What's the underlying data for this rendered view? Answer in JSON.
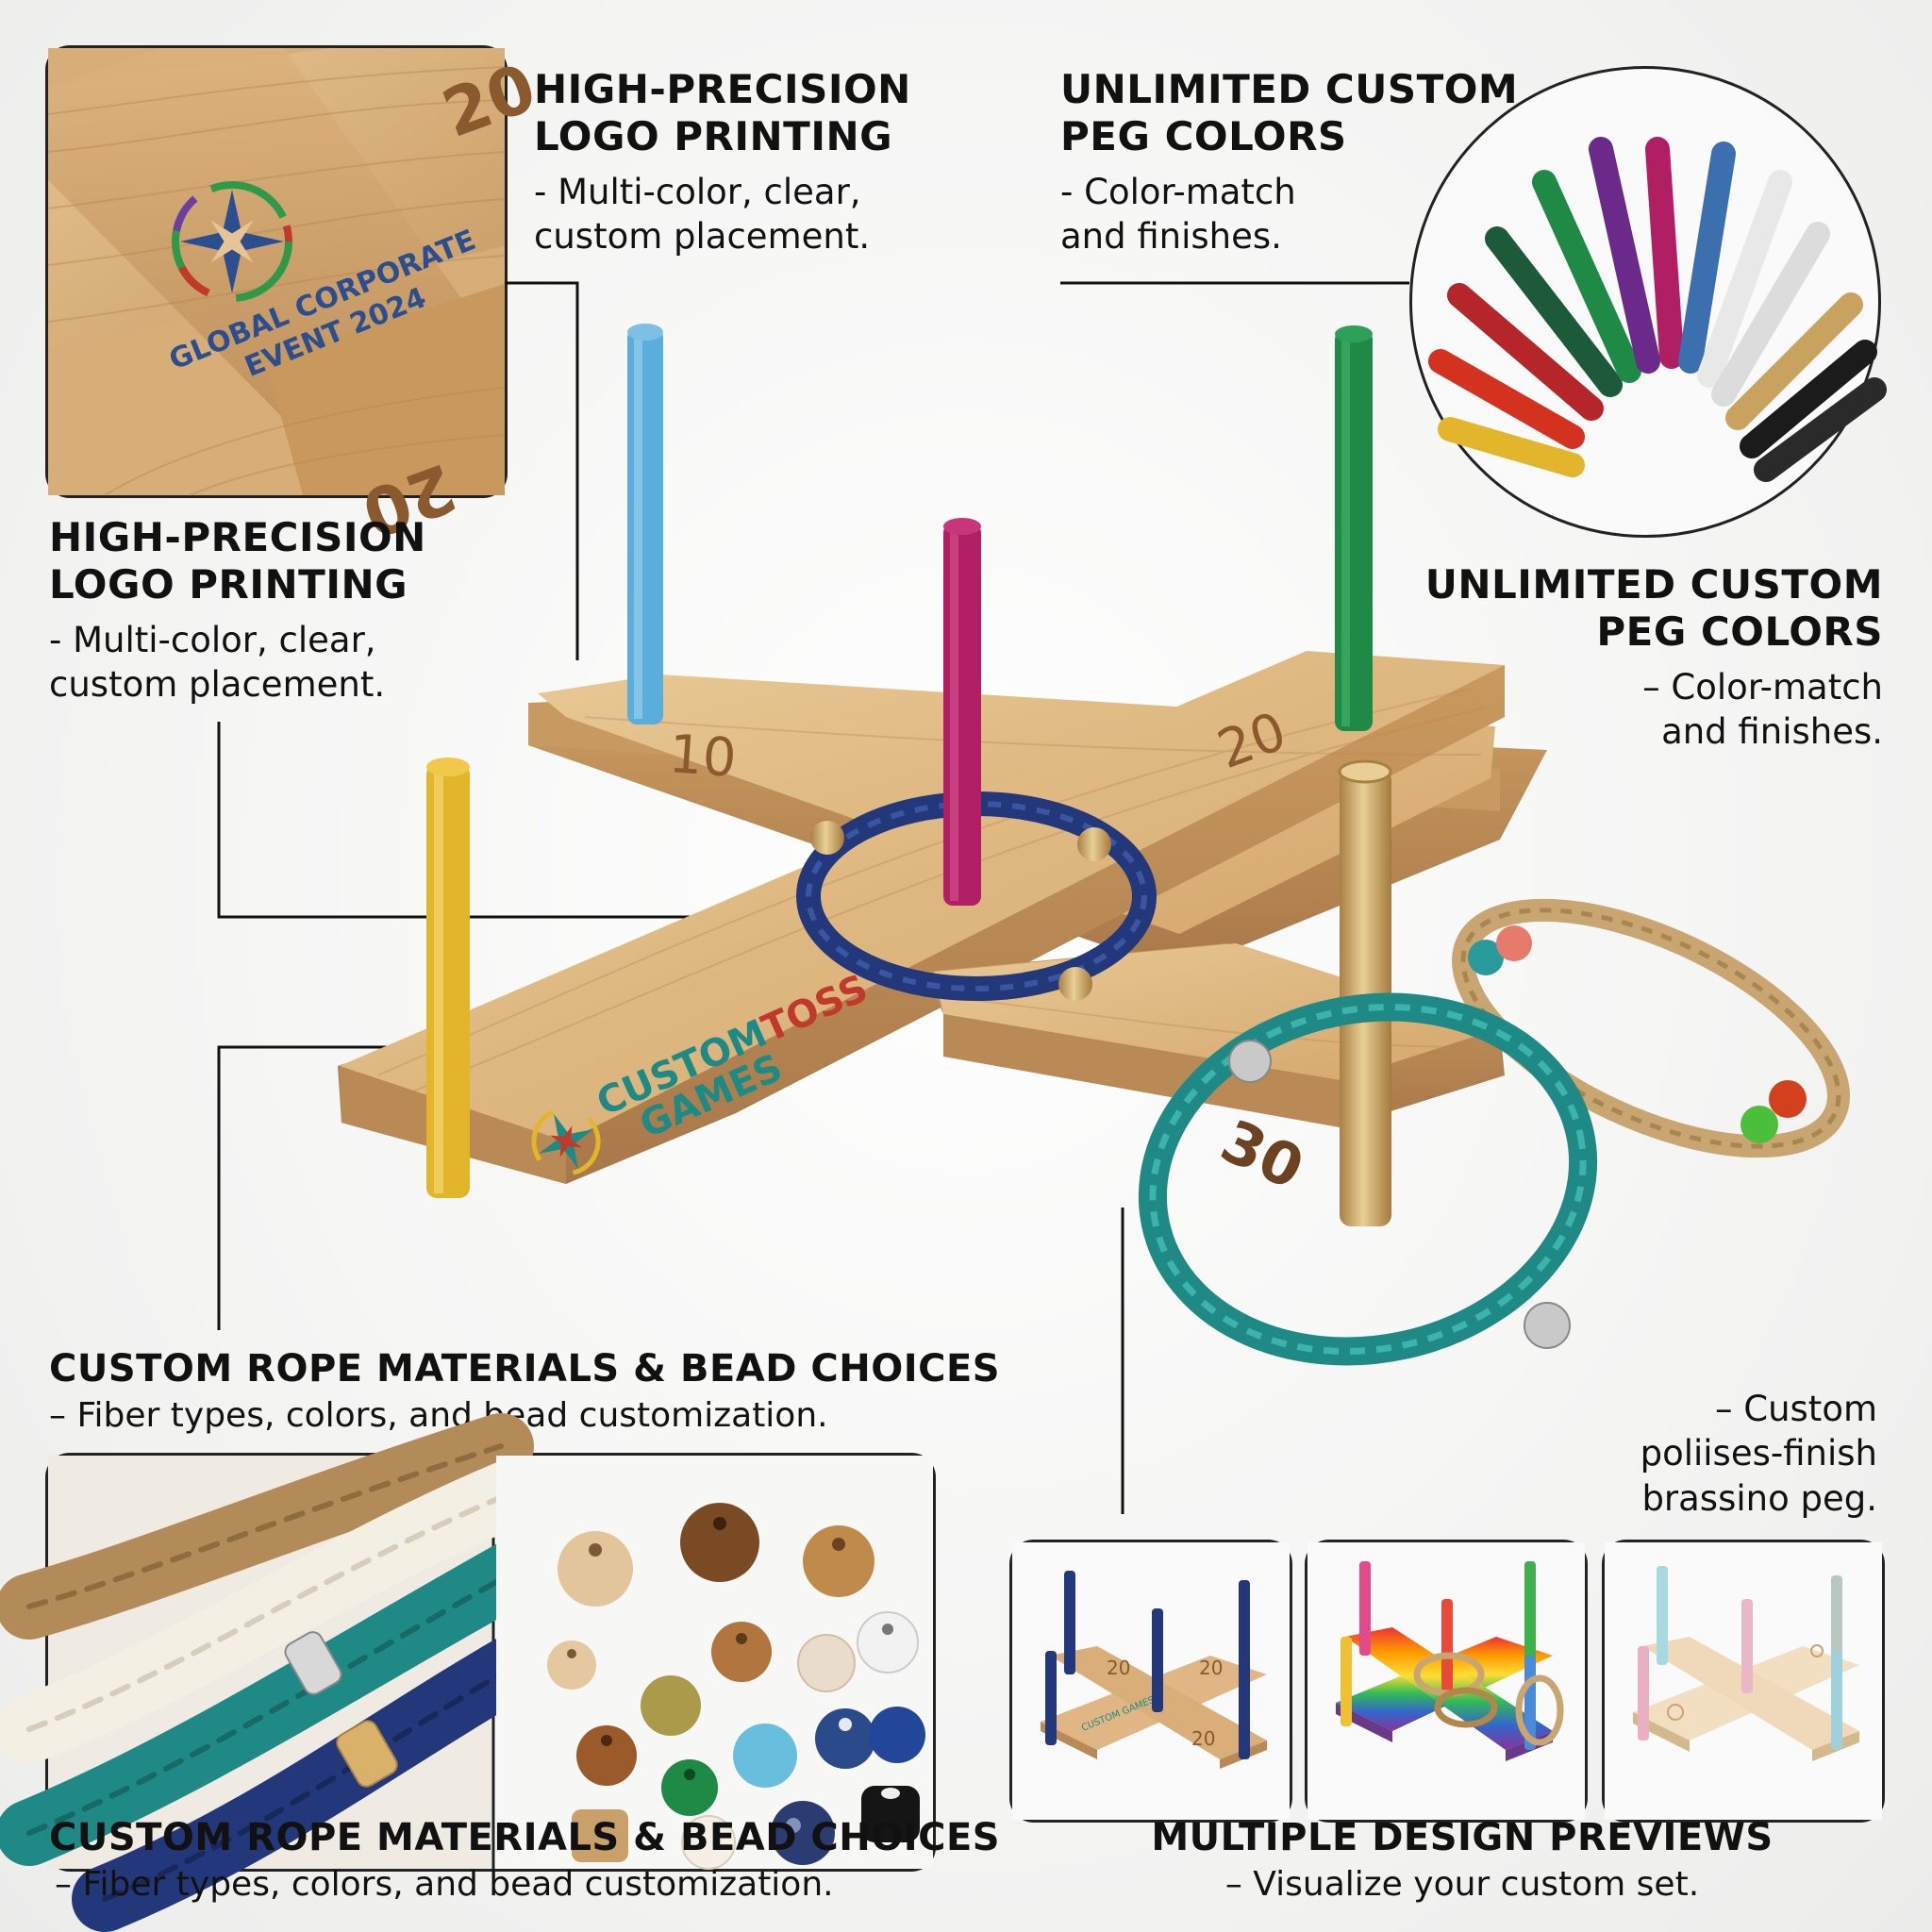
{
  "callouts": {
    "logo_top": {
      "title": "HIGH-PRECISION\nLOGO PRINTING",
      "desc": "- Multi-color, clear,\ncustom placement."
    },
    "peg_top": {
      "title": "UNLIMITED CUSTOM\nPEG COLORS",
      "desc": "- Color-match\nand finishes."
    },
    "logo_left": {
      "title": "HIGH-PRECISION\nLOGO PRINTING",
      "desc": "- Multi-color, clear,\ncustom placement."
    },
    "peg_right": {
      "title": "UNLIMITED CUSTOM\nPEG COLORS",
      "desc": "– Color-match\nand finishes."
    },
    "rope_mid": {
      "title": "CUSTOM ROPE MATERIALS & BEAD CHOICES",
      "desc": "– Fiber types, colors, and bead customization."
    },
    "brass_peg": {
      "desc": "– Custom\npoliises-finish\nbrassino peg."
    },
    "rope_bottom": {
      "title": "CUSTOM ROPE MATERIALS & BEAD CHOICES",
      "desc": "– Fiber types, colors, and bead customization."
    },
    "previews": {
      "title": "MULTIPLE DESIGN PREVIEWS",
      "desc": "– Visualize your custom set."
    }
  },
  "logo_inset": {
    "event_line1": "GLOBAL CORPORATE",
    "event_line2": "EVENT 2024",
    "corner_number_top": "20",
    "corner_number_bottom": "20"
  },
  "board": {
    "scores": [
      "10",
      "20",
      "30"
    ],
    "brand_line1_a": "CUSTOM",
    "brand_line1_b": "TOSS",
    "brand_line2": "GAMES"
  },
  "preview_1": {
    "score_a": "20",
    "score_b": "20",
    "score_c": "20",
    "brand": "CUSTOM GAMES"
  },
  "colors": {
    "wood": "#d9b07a",
    "wood_dark": "#b98a55",
    "wood_light": "#ecd0a2",
    "peg_blue": "#5aaedc",
    "peg_magenta": "#b01e63",
    "peg_green": "#1e8a45",
    "peg_yellow": "#e2b52a",
    "peg_gold": "#c9a260",
    "rope_navy": "#23387a",
    "rope_teal": "#1f8a85",
    "rope_jute": "#c9a571",
    "brand_red": "#c0392b",
    "brand_teal": "#1e8a85",
    "engrave": "#8a5a2e"
  },
  "icons": [
    "compass-rose-logo-icon",
    "compass-rose-small-icon"
  ]
}
